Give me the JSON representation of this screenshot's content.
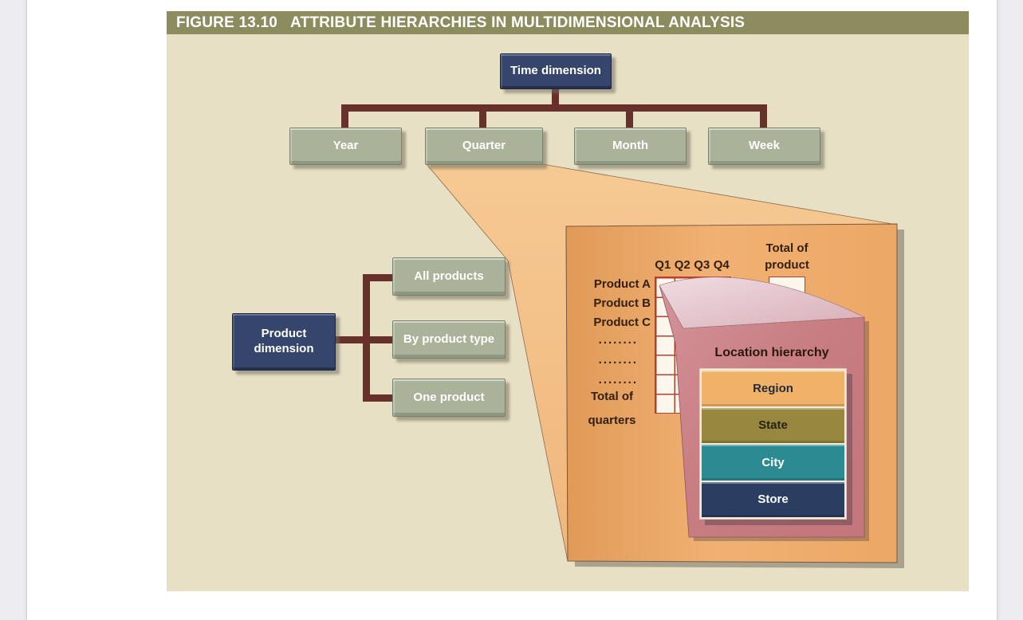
{
  "figure": {
    "label": "FIGURE 13.10",
    "title": "ATTRIBUTE HIERARCHIES IN MULTIDIMENSIONAL ANALYSIS",
    "title_bar_bg": "#8c8c5e",
    "background": "#e7e0c4"
  },
  "time_tree": {
    "root": "Time dimension",
    "children": [
      "Year",
      "Quarter",
      "Month",
      "Week"
    ]
  },
  "product_tree": {
    "root": "Product dimension",
    "children": [
      "All products",
      "By product type",
      "One product"
    ]
  },
  "cube": {
    "quarter_headers": [
      "Q1",
      "Q2",
      "Q3",
      "Q4"
    ],
    "row_labels": [
      "Product A",
      "Product B",
      "Product C",
      "........",
      "........",
      "........"
    ],
    "total_of_quarters": "Total of quarters",
    "total_of_product": "Total of product"
  },
  "location_hierarchy": {
    "title": "Location hierarchy",
    "levels": [
      {
        "label": "Region",
        "bg": "#f0b269",
        "fg": "#232c3e"
      },
      {
        "label": "State",
        "bg": "#97873f",
        "fg": "#26240e"
      },
      {
        "label": "City",
        "bg": "#2c8a93",
        "fg": "#ffffff"
      },
      {
        "label": "Store",
        "bg": "#2c3d62",
        "fg": "#ffffff"
      }
    ]
  },
  "colors": {
    "connector_maroon": "#67302b",
    "node_green": "#aab299",
    "node_navy": "#35456b",
    "panel_orange": "#eeab68",
    "funnel_orange": "#f4c48e",
    "flap_rose": "#c77d81",
    "flap_light_pink": "#e8d0d6",
    "grid_border_red": "#b4402e",
    "page_background": "#ffffff",
    "outer_background": "#ececf1"
  }
}
